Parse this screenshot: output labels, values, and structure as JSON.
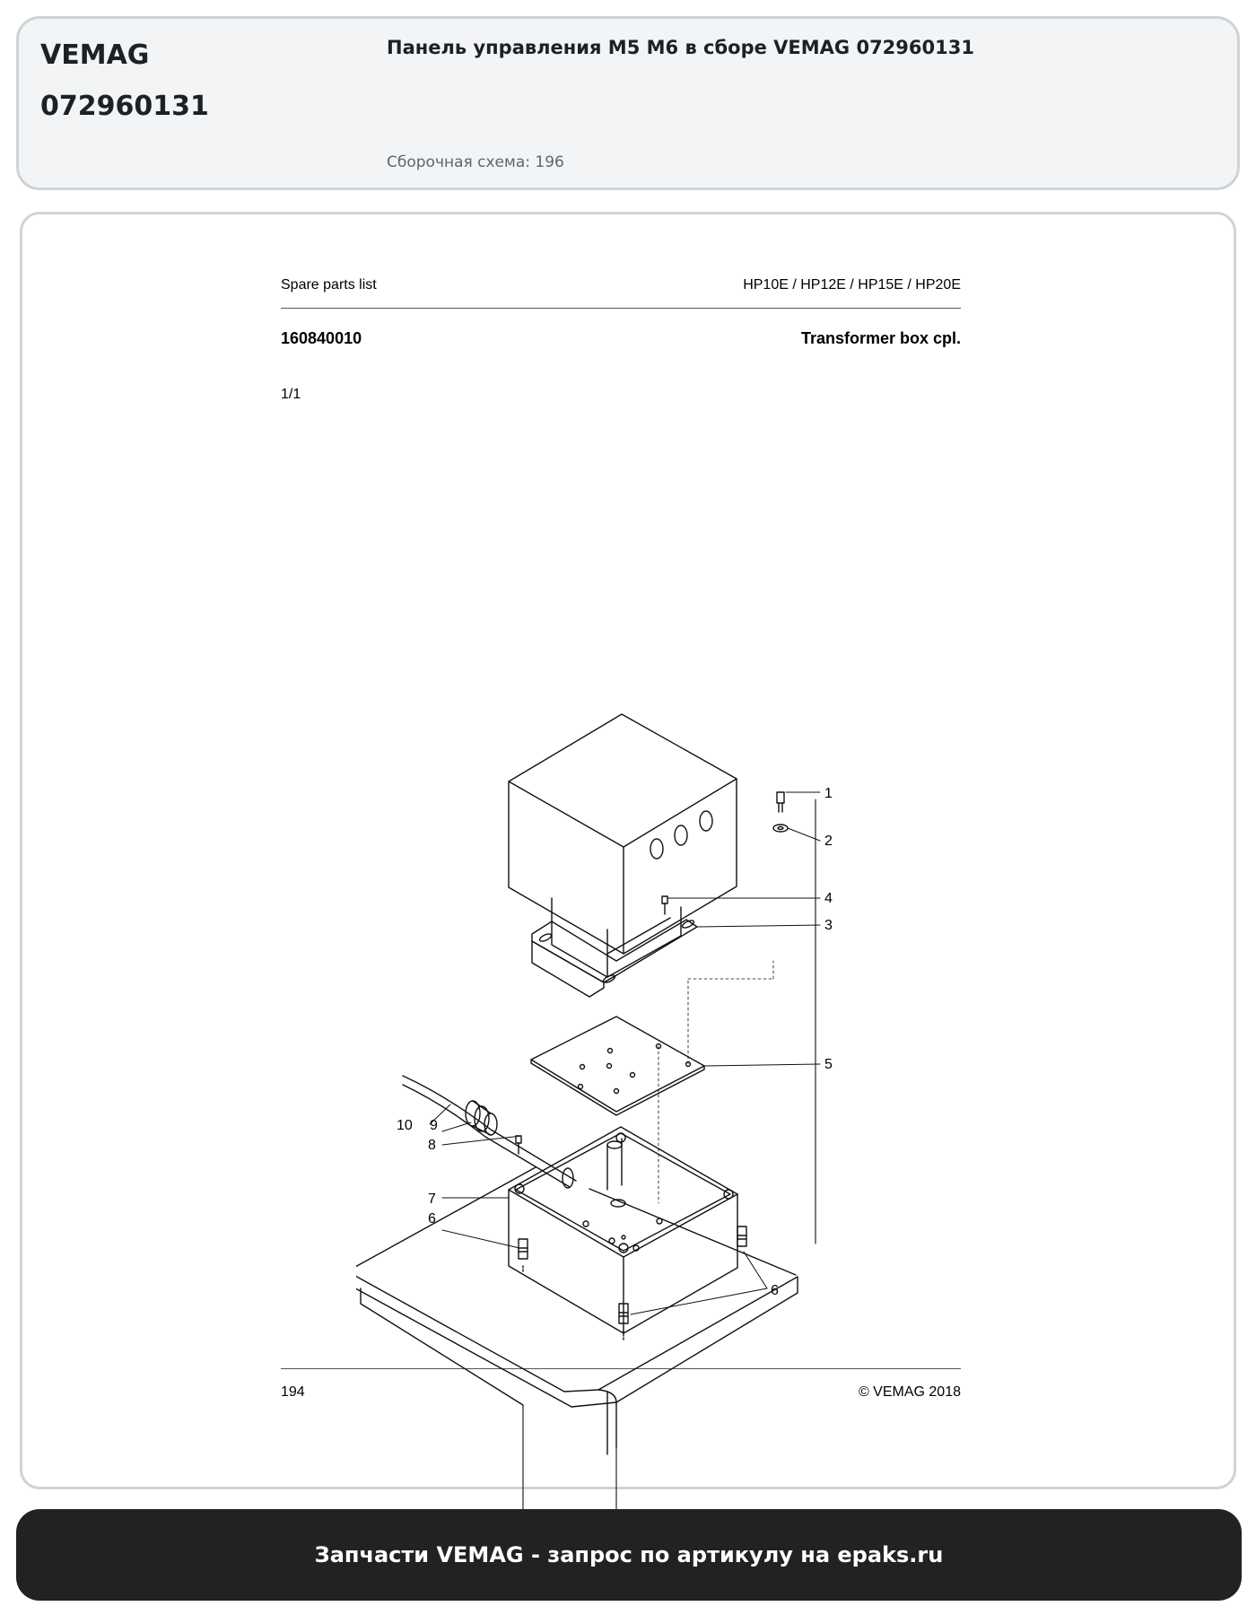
{
  "header": {
    "brand": "VEMAG",
    "article": "072960131",
    "title": "Панель управления M5 M6 в сборе VEMAG 072960131",
    "subtitle": "Сборочная схема: 196"
  },
  "document": {
    "header_left": "Spare parts list",
    "header_right": "HP10E / HP12E / HP15E / HP20E",
    "part_number": "160840010",
    "part_name": "Transformer box cpl.",
    "sheet": "1/1",
    "page_number": "194",
    "copyright": "© VEMAG 2018",
    "callouts": [
      "1",
      "2",
      "3",
      "4",
      "5",
      "6",
      "7",
      "8",
      "9",
      "10",
      "6"
    ]
  },
  "footer": {
    "text": "Запчасти VEMAG - запрос по артикулу на epaks.ru"
  }
}
